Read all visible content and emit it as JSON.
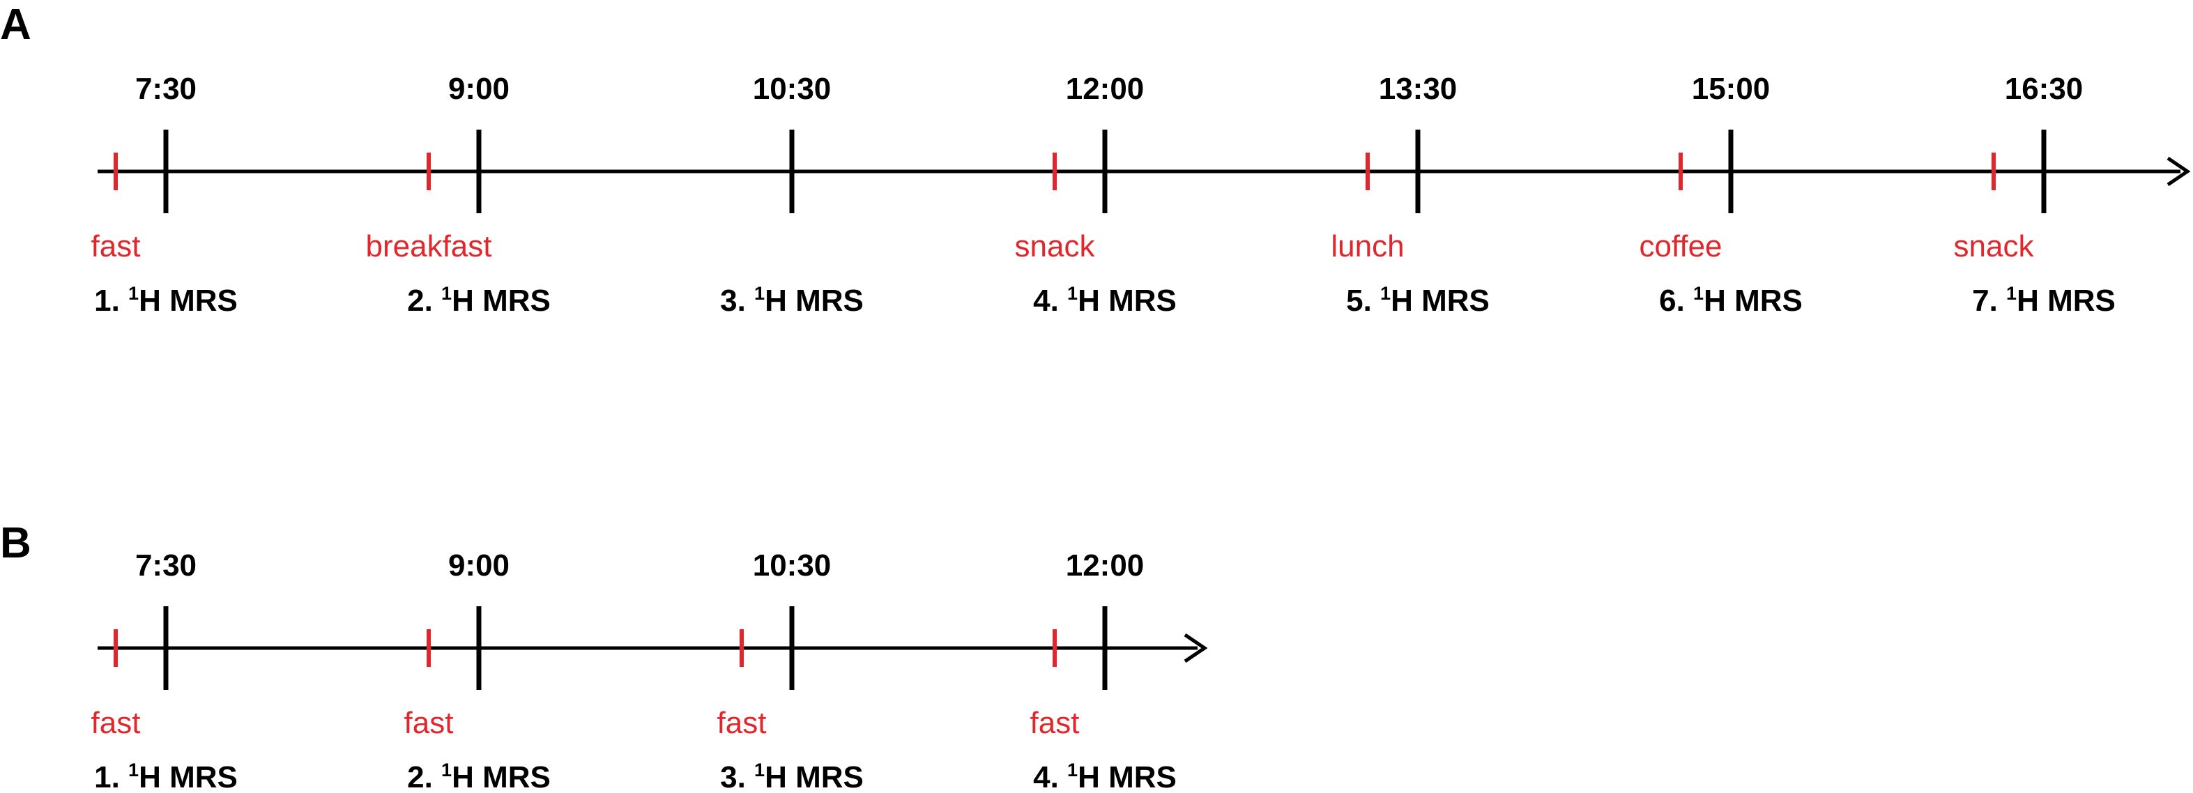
{
  "colors": {
    "axis": "#000000",
    "event": "#e3262b"
  },
  "panels": [
    {
      "letter": "A",
      "times": [
        "7:30",
        "9:00",
        "10:30",
        "12:00",
        "13:30",
        "15:00",
        "16:30"
      ],
      "events": [
        {
          "label": "fast",
          "slot": 0
        },
        {
          "label": "breakfast",
          "slot": 1
        },
        {
          "label": "snack",
          "slot": 3
        },
        {
          "label": "lunch",
          "slot": 4
        },
        {
          "label": "coffee",
          "slot": 5
        },
        {
          "label": "snack",
          "slot": 6
        }
      ],
      "scans": [
        {
          "prefix": "1. ",
          "sup": "1",
          "suffix": "H MRS"
        },
        {
          "prefix": "2. ",
          "sup": "1",
          "suffix": "H MRS"
        },
        {
          "prefix": "3. ",
          "sup": "1",
          "suffix": "H MRS"
        },
        {
          "prefix": "4. ",
          "sup": "1",
          "suffix": "H MRS"
        },
        {
          "prefix": "5. ",
          "sup": "1",
          "suffix": "H MRS"
        },
        {
          "prefix": "6. ",
          "sup": "1",
          "suffix": "H MRS"
        },
        {
          "prefix": "7. ",
          "sup": "1",
          "suffix": "H MRS"
        }
      ]
    },
    {
      "letter": "B",
      "times": [
        "7:30",
        "9:00",
        "10:30",
        "12:00"
      ],
      "events": [
        {
          "label": "fast",
          "slot": 0
        },
        {
          "label": "fast",
          "slot": 1
        },
        {
          "label": "fast",
          "slot": 2
        },
        {
          "label": "fast",
          "slot": 3
        }
      ],
      "scans": [
        {
          "prefix": "1. ",
          "sup": "1",
          "suffix": "H MRS"
        },
        {
          "prefix": "2. ",
          "sup": "1",
          "suffix": "H MRS"
        },
        {
          "prefix": "3. ",
          "sup": "1",
          "suffix": "H MRS"
        },
        {
          "prefix": "4. ",
          "sup": "1",
          "suffix": "H MRS"
        }
      ]
    }
  ]
}
